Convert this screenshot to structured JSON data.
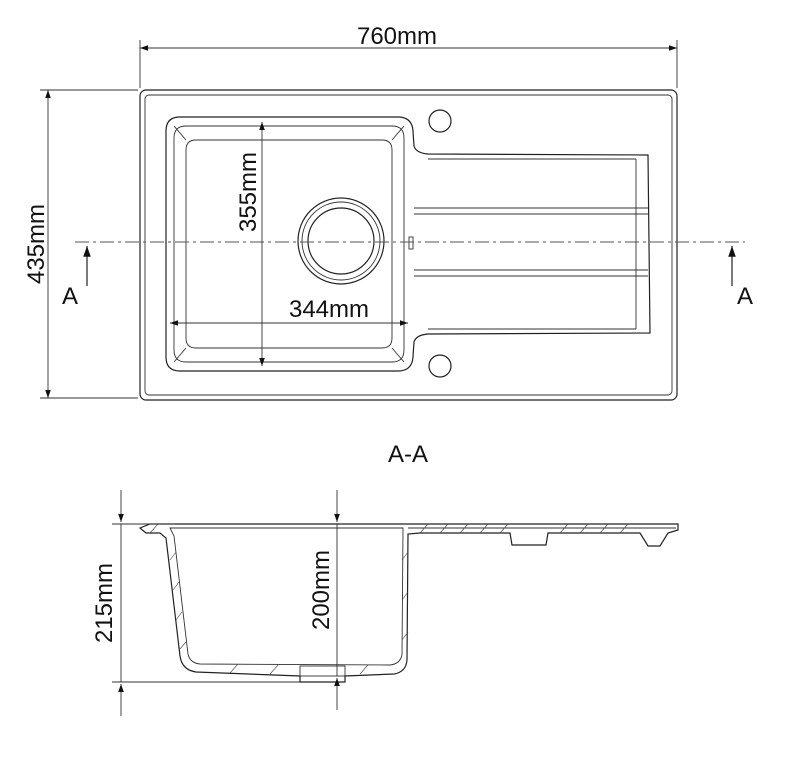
{
  "drawing": {
    "labels": {
      "overall_width": "760mm",
      "overall_depth": "435mm",
      "bowl_length": "355mm",
      "bowl_width": "344mm",
      "section_marker_left": "A",
      "section_marker_right": "A",
      "section_title": "A-A",
      "total_height": "215mm",
      "bowl_depth": "200mm"
    }
  }
}
